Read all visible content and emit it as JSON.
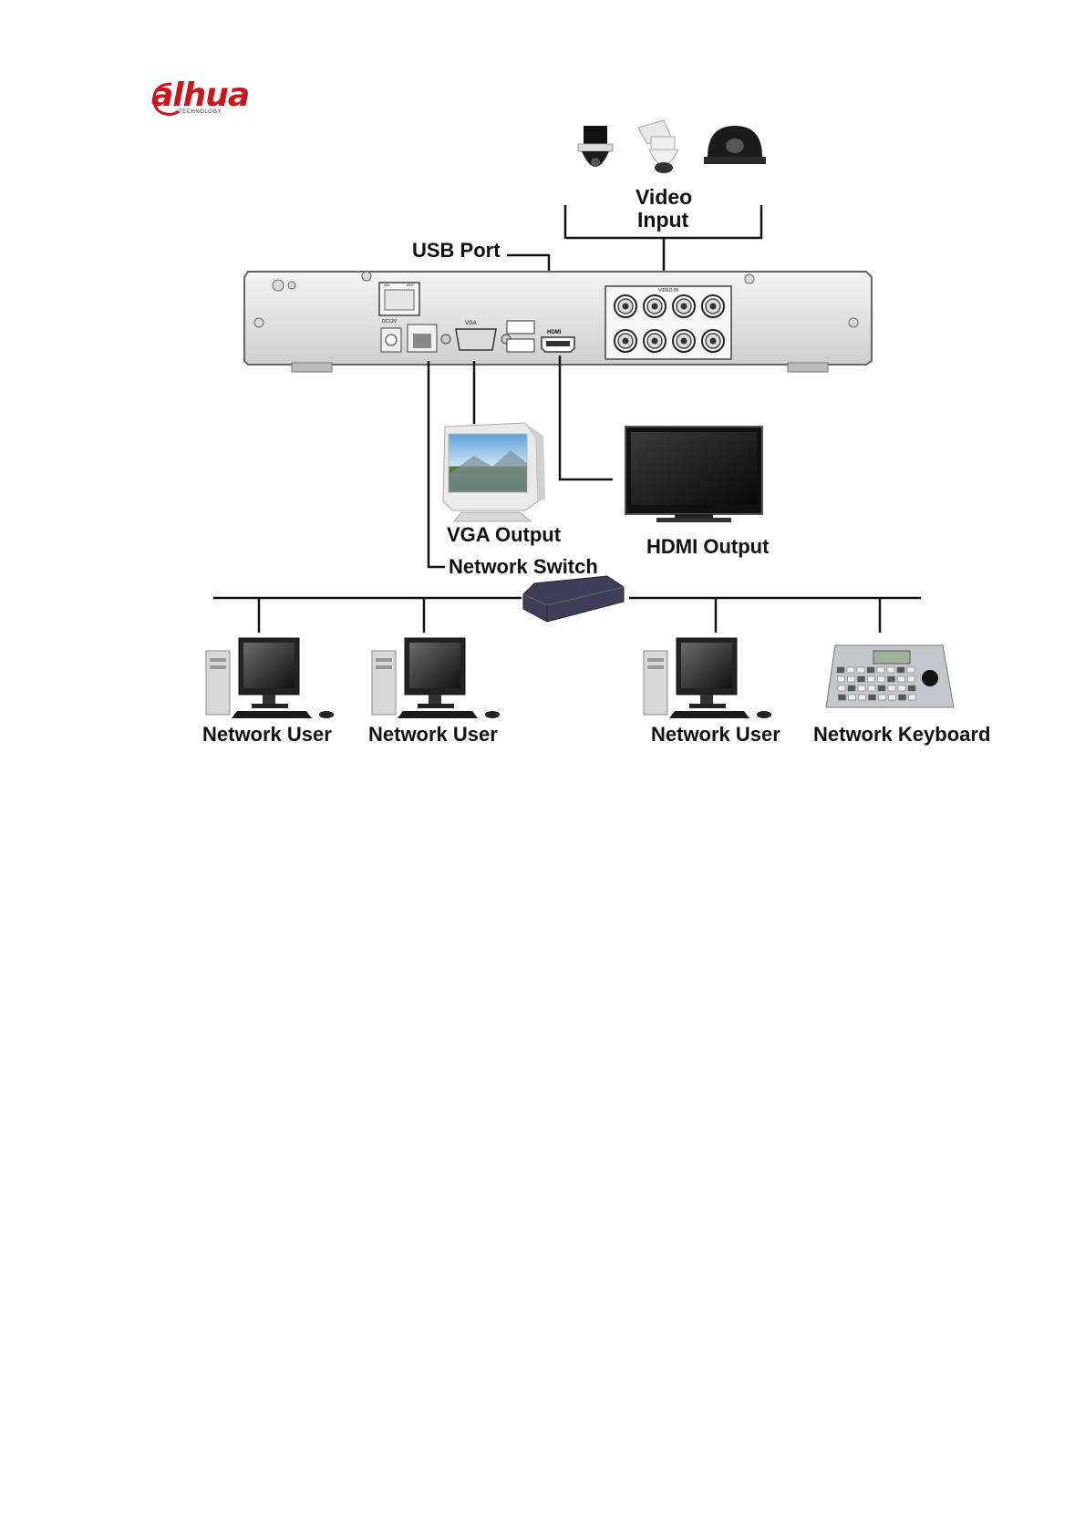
{
  "logo": {
    "wordmark": "alhua",
    "tagline": "TECHNOLOGY",
    "color": "#c8141e"
  },
  "labels": {
    "video_input_line1": "Video",
    "video_input_line2": "Input",
    "usb_port": "USB Port",
    "vga_output": "VGA Output",
    "hdmi_output": "HDMI Output",
    "network_switch": "Network Switch",
    "network_user_1": "Network User",
    "network_user_2": "Network User",
    "network_user_3": "Network User",
    "network_keyboard": "Network Keyboard"
  },
  "device_panel": {
    "video_in_label": "VIDEO IN",
    "vga_label": "VGA",
    "hdmi_label": "HDMI",
    "power_label": "DC12V",
    "switch_on": "ON",
    "switch_off": "OFF",
    "bnc_count": 8
  },
  "icons": [
    "speed-dome-camera-icon",
    "ptz-camera-icon",
    "dome-camera-icon",
    "crt-monitor-icon",
    "lcd-tv-icon",
    "network-switch-icon",
    "desktop-pc-icon",
    "ptz-keyboard-icon"
  ]
}
